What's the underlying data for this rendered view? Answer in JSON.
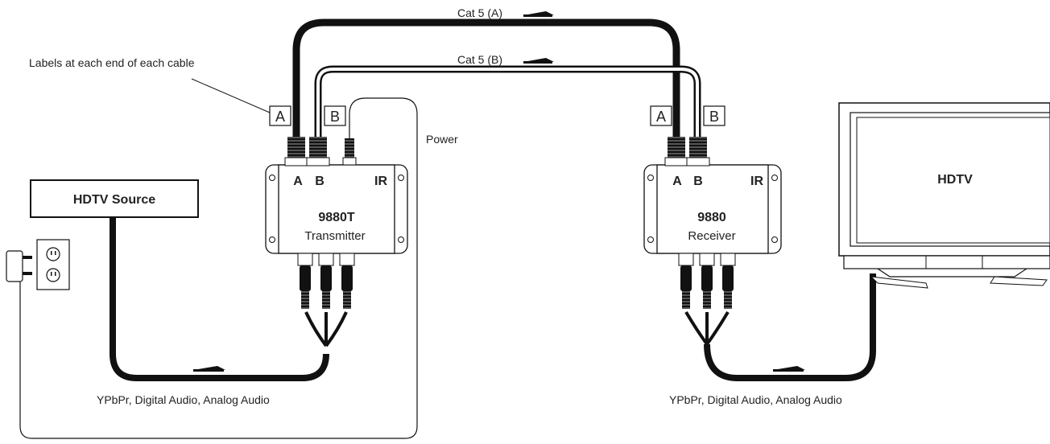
{
  "annotations": {
    "labels_note": "Labels at each end of each cable",
    "cat5a": "Cat 5 (A)",
    "cat5b": "Cat 5 (B)",
    "power": "Power",
    "tx_cable_note": "YPbPr, Digital Audio, Analog Audio",
    "rx_cable_note": "YPbPr, Digital Audio, Analog Audio"
  },
  "cable_tags": {
    "a": "A",
    "b": "B"
  },
  "source": {
    "label": "HDTV Source"
  },
  "transmitter": {
    "model": "9880T",
    "role": "Transmitter",
    "port_a": "A",
    "port_b": "B",
    "port_ir": "IR"
  },
  "receiver": {
    "model": "9880",
    "role": "Receiver",
    "port_a": "A",
    "port_b": "B",
    "port_ir": "IR"
  },
  "display": {
    "label": "HDTV"
  },
  "colors": {
    "line": "#1a1a1a",
    "background": "#ffffff"
  }
}
